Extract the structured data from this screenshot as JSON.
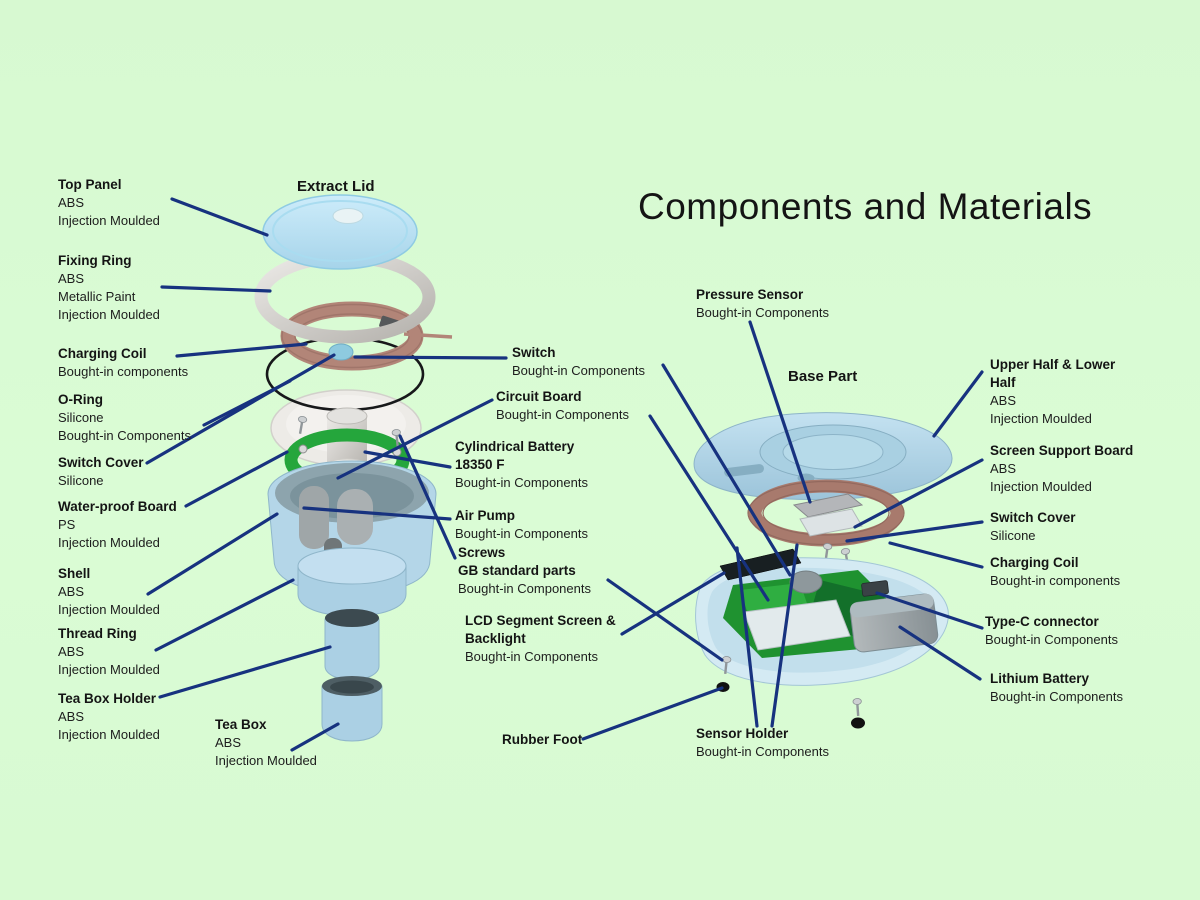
{
  "title": "Components and Materials",
  "colors": {
    "background": "#d9fbd3",
    "leader_line": "#17327f",
    "device_blue": "#b7dcee",
    "coil_copper": "#ad7f72",
    "pcb_green": "#1f9230"
  },
  "assemblies": {
    "extract_lid": {
      "label": "Extract Lid"
    },
    "base_part": {
      "label": "Base Part"
    }
  },
  "labels": {
    "top_panel": {
      "title": "Top Panel",
      "details": [
        "ABS",
        "Injection Moulded"
      ]
    },
    "fixing_ring": {
      "title": "Fixing Ring",
      "details": [
        "ABS",
        "Metallic Paint",
        "Injection Moulded"
      ]
    },
    "charging_coil_lid": {
      "title": "Charging Coil",
      "details": [
        "Bought-in components"
      ]
    },
    "o_ring": {
      "title": "O-Ring",
      "details": [
        "Silicone",
        "Bought-in Components"
      ]
    },
    "switch_cover_lid": {
      "title": "Switch Cover",
      "details": [
        "Silicone"
      ]
    },
    "water_proof_board": {
      "title": "Water-proof Board",
      "details": [
        "PS",
        "Injection Moulded"
      ]
    },
    "shell": {
      "title": "Shell",
      "details": [
        "ABS",
        "Injection Moulded"
      ]
    },
    "thread_ring": {
      "title": "Thread Ring",
      "details": [
        "ABS",
        "Injection Moulded"
      ]
    },
    "tea_box_holder": {
      "title": "Tea Box Holder",
      "details": [
        "ABS",
        "Injection Moulded"
      ]
    },
    "tea_box": {
      "title": "Tea Box",
      "details": [
        "ABS",
        "Injection Moulded"
      ]
    },
    "switch": {
      "title": "Switch",
      "details": [
        "Bought-in Components"
      ]
    },
    "circuit_board": {
      "title": "Circuit Board",
      "details": [
        "Bought-in Components"
      ]
    },
    "cylindrical_battery": {
      "title": "Cylindrical Battery",
      "title2": "18350 F",
      "details": [
        "Bought-in Components"
      ]
    },
    "air_pump": {
      "title": "Air Pump",
      "details": [
        "Bought-in Components"
      ]
    },
    "screws": {
      "title": "Screws",
      "title2": "GB standard parts",
      "details": [
        "Bought-in Components"
      ]
    },
    "lcd": {
      "title": "LCD Segment Screen &",
      "title2": "Backlight",
      "details": [
        "Bought-in Components"
      ]
    },
    "rubber_foot": {
      "title": "Rubber Foot",
      "details": []
    },
    "pressure_sensor": {
      "title": "Pressure Sensor",
      "details": [
        "Bought-in Components"
      ]
    },
    "sensor_holder": {
      "title": "Sensor Holder",
      "details": [
        "Bought-in Components"
      ]
    },
    "upper_lower_half": {
      "title": "Upper Half & Lower",
      "title2": "Half",
      "details": [
        "ABS",
        "Injection Moulded"
      ]
    },
    "screen_support_board": {
      "title": "Screen Support Board",
      "details": [
        "ABS",
        "Injection Moulded"
      ]
    },
    "switch_cover_base": {
      "title": "Switch Cover",
      "details": [
        "Silicone"
      ]
    },
    "charging_coil_base": {
      "title": "Charging Coil",
      "details": [
        "Bought-in components"
      ]
    },
    "type_c": {
      "title": "Type-C connector",
      "details": [
        "Bought-in Components"
      ]
    },
    "lithium_battery": {
      "title": "Lithium Battery",
      "details": [
        "Bought-in Components"
      ]
    }
  }
}
